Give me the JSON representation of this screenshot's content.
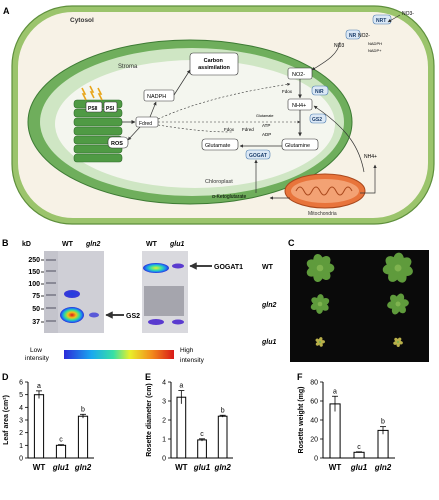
{
  "panel_a": {
    "letter": "A",
    "cytosol": "Cytosol",
    "stroma": "Stroma",
    "chloroplast": "Chloroplast",
    "mitochondria": "Mitochondria",
    "psii": "PSII",
    "psi": "PSI",
    "ros": "ROS",
    "fd_red": "Fdred",
    "fd_ox_top": "Fdox",
    "fd_ox_mid": "Fdox",
    "fd_red_mid": "Fdred",
    "nadph": "NADPH",
    "carbon_assimilation": "Carbon assimilation",
    "no2_chloro": "NO2-",
    "nir": "NiR",
    "nh4_chloro": "NH4+",
    "glutamate_small": "Glutamate",
    "atp": "ATP",
    "adp": "ADP",
    "gs2": "GS2",
    "glutamate": "Glutamate",
    "glutamine": "Glutamine",
    "gogat": "GOGAT",
    "ketoglutarate": "α-Ketoglutarate",
    "nh4_cyto": "NH4+",
    "nrt": "NRT",
    "no3_out": "NO3-",
    "nr": "NR",
    "no3_in": "NO3",
    "no2_cyto": "NO2-",
    "nadph_small": "NADPH",
    "nadp_small": "NADP+"
  },
  "panel_b": {
    "letter": "B",
    "kd": "kD",
    "ladder": [
      "250",
      "150",
      "100",
      "75",
      "50",
      "37"
    ],
    "wt_left": "WT",
    "gln2": "gln2",
    "wt_right": "WT",
    "glu1": "glu1",
    "gs2_label": "GS2",
    "gogat1_label": "GOGAT1",
    "low": "Low",
    "intensity_low": "intensity",
    "high": "High",
    "intensity_high": "intensity"
  },
  "panel_c": {
    "letter": "C",
    "rows": [
      "WT",
      "gln2",
      "glu1"
    ]
  },
  "chart_data": [
    {
      "panel": "D",
      "type": "bar",
      "categories": [
        "WT",
        "glu1",
        "gln2"
      ],
      "values": [
        5.0,
        1.0,
        3.3
      ],
      "errors": [
        0.3,
        0.05,
        0.15
      ],
      "letters": [
        "a",
        "c",
        "b"
      ],
      "ylabel": "Leaf area (cm²)",
      "ylim": [
        0,
        6
      ],
      "yticks": [
        "0",
        "1",
        "2",
        "3",
        "4",
        "5",
        "6"
      ]
    },
    {
      "panel": "E",
      "type": "bar",
      "categories": [
        "WT",
        "glu1",
        "gln2"
      ],
      "values": [
        3.2,
        0.95,
        2.2
      ],
      "errors": [
        0.35,
        0.06,
        0.05
      ],
      "letters": [
        "a",
        "c",
        "b"
      ],
      "ylabel": "Rosette diameter (cm)",
      "ylim": [
        0,
        4
      ],
      "yticks": [
        "0",
        "1",
        "2",
        "3",
        "4"
      ]
    },
    {
      "panel": "F",
      "type": "bar",
      "categories": [
        "WT",
        "glu1",
        "gln2"
      ],
      "values": [
        57,
        6,
        29
      ],
      "errors": [
        8,
        0.5,
        4
      ],
      "letters": [
        "a",
        "c",
        "b"
      ],
      "ylabel": "Rosette weight (mg)",
      "ylim": [
        0,
        80
      ],
      "yticks": [
        "0",
        "20",
        "40",
        "60",
        "80"
      ]
    }
  ]
}
